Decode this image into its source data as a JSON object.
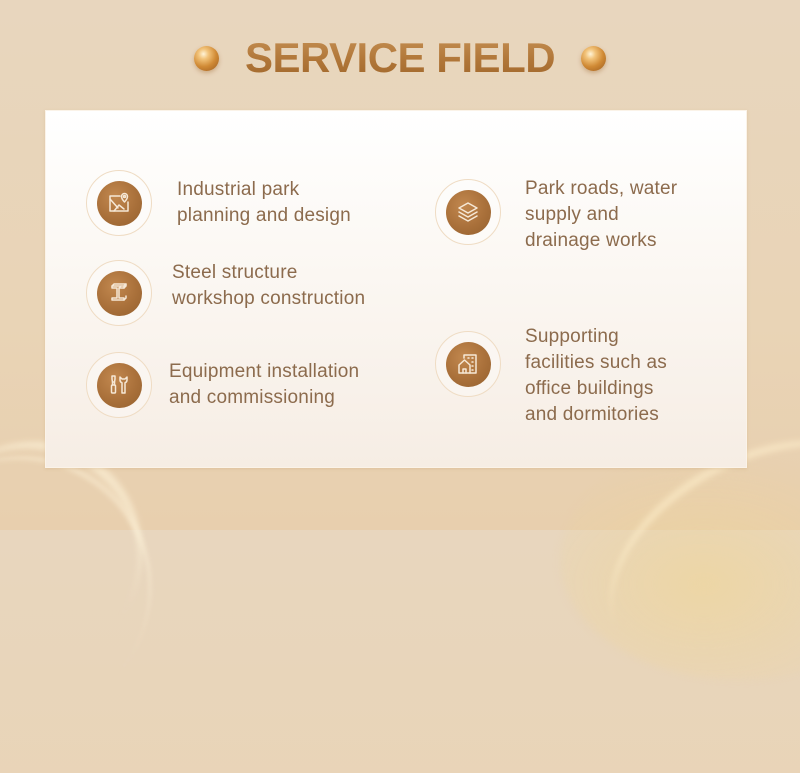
{
  "header": {
    "title": "SERVICE FIELD"
  },
  "colors": {
    "background": "#e8d4b8",
    "title_gold": "#b07638",
    "icon_fill": "#a9703a",
    "ring": "#efdcc4",
    "text": "#8c6b4d"
  },
  "services": {
    "left": [
      {
        "icon": "map-pin-icon",
        "lines": [
          "Industrial park",
          "planning and design"
        ]
      },
      {
        "icon": "steel-beam-icon",
        "lines": [
          "Steel structure",
          "workshop construction"
        ]
      },
      {
        "icon": "tools-icon",
        "lines": [
          "Equipment installation",
          "and commissioning"
        ]
      }
    ],
    "right": [
      {
        "icon": "layers-icon",
        "lines": [
          "Park roads, water",
          "supply and",
          "drainage works"
        ]
      },
      {
        "icon": "buildings-icon",
        "lines": [
          "Supporting",
          "facilities such as",
          "office buildings",
          "and dormitories"
        ]
      }
    ]
  }
}
